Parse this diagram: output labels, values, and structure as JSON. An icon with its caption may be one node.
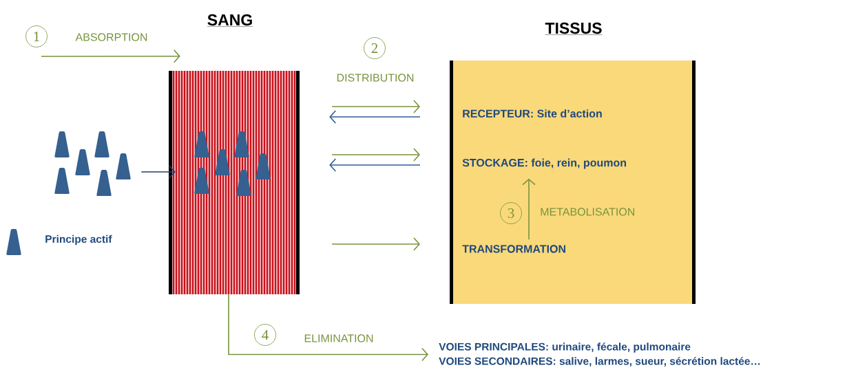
{
  "diagram": {
    "nodes": [
      {
        "text": [
          "SANG"
        ]
      },
      {
        "text": [
          "TISSUS"
        ]
      },
      {
        "text": [
          "RECEPTEUR: Site d’action"
        ],
        "in": 1
      },
      {
        "text": [
          "STOCKAGE: foie, rein, poumon"
        ],
        "in": 1
      },
      {
        "text": [
          "TRANSFORMATION"
        ],
        "in": 1
      },
      {
        "text": [
          "VOIES PRINCIPALES: urinaire, fécale, pulmonaire",
          "VOIES SECONDAIRES: salive, larmes, sueur, sécrétion lactée…"
        ]
      },
      {
        "text": [],
        "shape": "picture"
      }
    ],
    "edges": [
      {
        "from": null,
        "to": 0,
        "arrow": "to",
        "label": "ABSORPTION"
      },
      {
        "from": 6,
        "to": 0,
        "arrow": "to",
        "color": "#1f3f66"
      },
      {
        "from": 0,
        "to": 2,
        "arrow": "to"
      },
      {
        "from": 2,
        "to": 0,
        "arrow": "to",
        "color": "#2e5b94"
      },
      {
        "from": 0,
        "to": 3,
        "arrow": "to"
      },
      {
        "from": 3,
        "to": 0,
        "arrow": "to",
        "color": "#2e5b94"
      },
      {
        "from": 0,
        "to": 4,
        "arrow": "to"
      },
      {
        "from": 4,
        "to": 3,
        "arrow": "to",
        "label": "METABOLISATION"
      },
      {
        "from": 0,
        "to": 5,
        "arrow": "to",
        "label": "ELIMINATION"
      }
    ],
    "labels": [
      "1",
      "2",
      "DISTRIBUTION",
      "3",
      "4"
    ],
    "legend": [
      {
        "text": "Principe actif"
      }
    ]
  }
}
